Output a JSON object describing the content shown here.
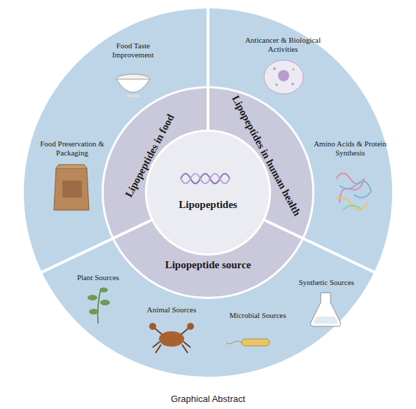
{
  "diagram": {
    "caption": "Graphical Abstract",
    "nodes": [
      {
        "text": [
          "Lipopeptides"
        ]
      },
      {
        "text": [
          "Lipopeptides in food"
        ]
      },
      {
        "text": [
          "Lipopeptides in human health"
        ]
      },
      {
        "text": [
          "Lipopeptide source"
        ]
      },
      {
        "text": [
          "Food Taste Improvement"
        ]
      },
      {
        "text": [
          "Food Preservation & Packaging"
        ]
      },
      {
        "text": [
          "Anticancer & Biological Activities"
        ]
      },
      {
        "text": [
          "Amino Acids & Protein Synthesis"
        ]
      },
      {
        "text": [
          "Plant Sources"
        ]
      },
      {
        "text": [
          "Animal Sources"
        ]
      },
      {
        "text": [
          "Microbial Sources"
        ]
      },
      {
        "text": [
          "Synthetic Sources"
        ]
      }
    ]
  }
}
